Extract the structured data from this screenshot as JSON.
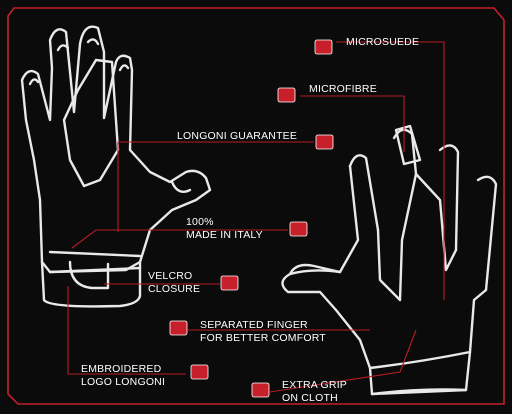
{
  "colors": {
    "background": "#0b0b0b",
    "frame": "#c4202a",
    "marker": "#c8202b",
    "leader": "#b51c26",
    "outline": "#e9e9e9",
    "text": "#ffffff"
  },
  "callouts": [
    {
      "id": "microsuede",
      "lines": [
        "MICROSUEDE"
      ]
    },
    {
      "id": "microfibre",
      "lines": [
        "MICROFIBRE"
      ]
    },
    {
      "id": "longoni-guarantee",
      "lines": [
        "LONGONI GUARANTEE"
      ]
    },
    {
      "id": "made-in-italy",
      "lines": [
        "100%",
        "MADE IN ITALY"
      ]
    },
    {
      "id": "velcro-closure",
      "lines": [
        "VELCRO",
        "CLOSURE"
      ]
    },
    {
      "id": "separated-finger",
      "lines": [
        "SEPARATED FINGER",
        "FOR BETTER COMFORT"
      ]
    },
    {
      "id": "embroidered-logo",
      "lines": [
        "EMBROIDERED",
        "LOGO LONGONI"
      ]
    },
    {
      "id": "extra-grip",
      "lines": [
        "EXTRA GRIP",
        "ON CLOTH"
      ]
    }
  ]
}
